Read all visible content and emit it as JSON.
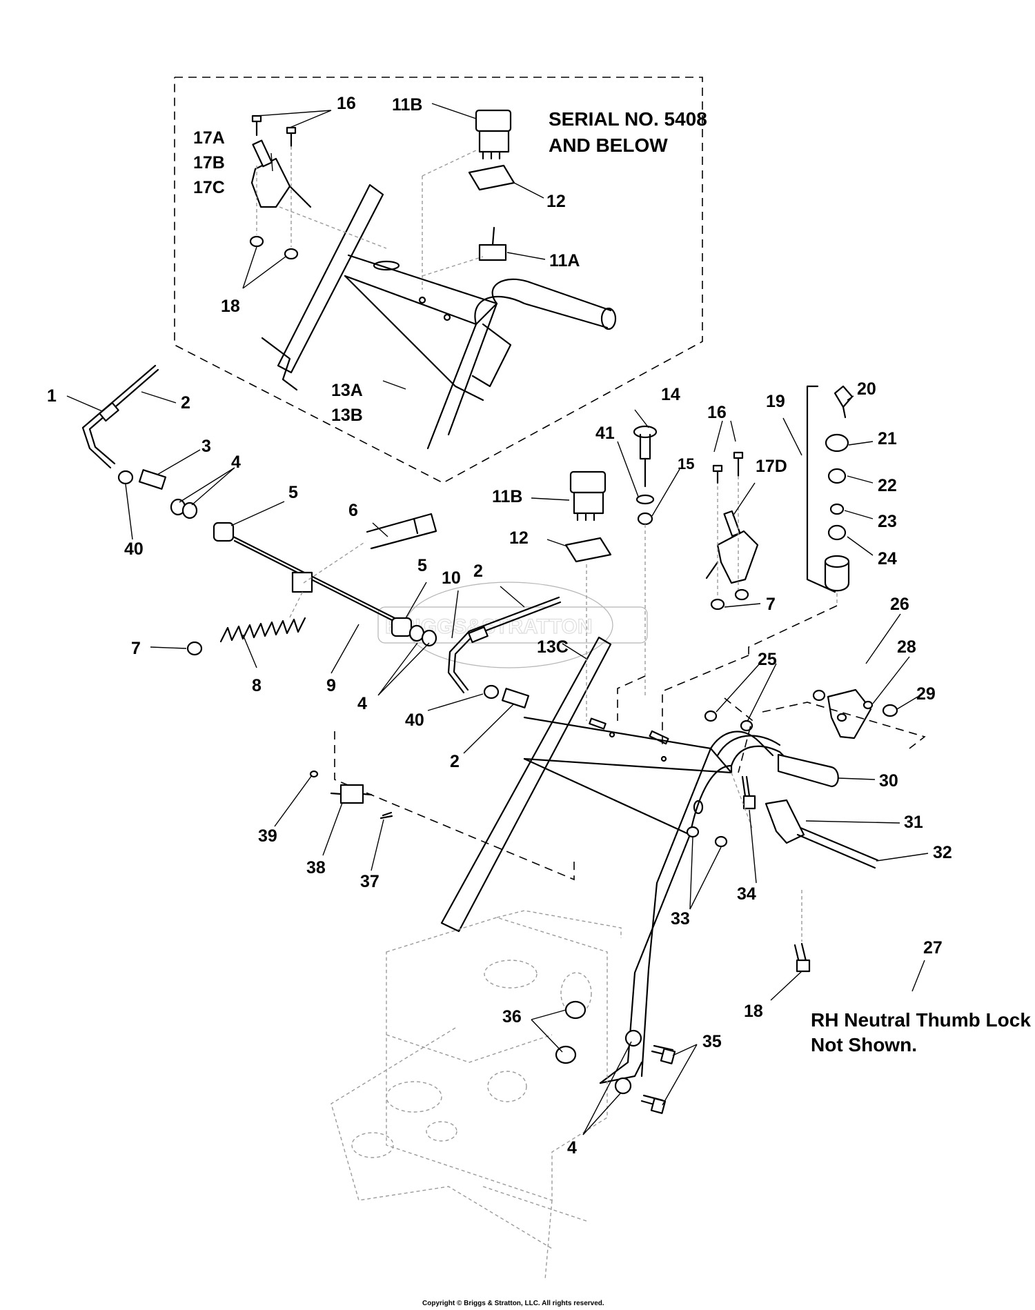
{
  "callouts": {
    "c1": "1",
    "c2a": "2",
    "c2b": "2",
    "c2c": "2",
    "c3": "3",
    "c4a": "4",
    "c4b": "4",
    "c4c": "4",
    "c5a": "5",
    "c5b": "5",
    "c6": "6",
    "c7a": "7",
    "c7b": "7",
    "c8": "8",
    "c9": "9",
    "c10": "10",
    "c11a": "11A",
    "c11b_top": "11B",
    "c11b": "11B",
    "c12_top": "12",
    "c12": "12",
    "c13a": "13A",
    "c13b": "13B",
    "c13c": "13C",
    "c14": "14",
    "c15": "15",
    "c16_top": "16",
    "c16": "16",
    "c17a": "17A",
    "c17b": "17B",
    "c17c": "17C",
    "c17d": "17D",
    "c18_top": "18",
    "c18": "18",
    "c19": "19",
    "c20": "20",
    "c21": "21",
    "c22": "22",
    "c23": "23",
    "c24": "24",
    "c25": "25",
    "c26": "26",
    "c27": "27",
    "c28": "28",
    "c29": "29",
    "c30": "30",
    "c31": "31",
    "c32": "32",
    "c33": "33",
    "c34": "34",
    "c35": "35",
    "c36": "36",
    "c37": "37",
    "c38": "38",
    "c39": "39",
    "c40a": "40",
    "c40b": "40",
    "c41": "41"
  },
  "notes": {
    "serial_line1": "SERIAL NO. 5408",
    "serial_line2": "AND BELOW",
    "thumb_line1": "RH Neutral Thumb Lock",
    "thumb_line2": "Not Shown."
  },
  "watermark": "BRIGGS&STRATTON",
  "copyright": "Copyright © Briggs & Stratton, LLC. All rights reserved."
}
